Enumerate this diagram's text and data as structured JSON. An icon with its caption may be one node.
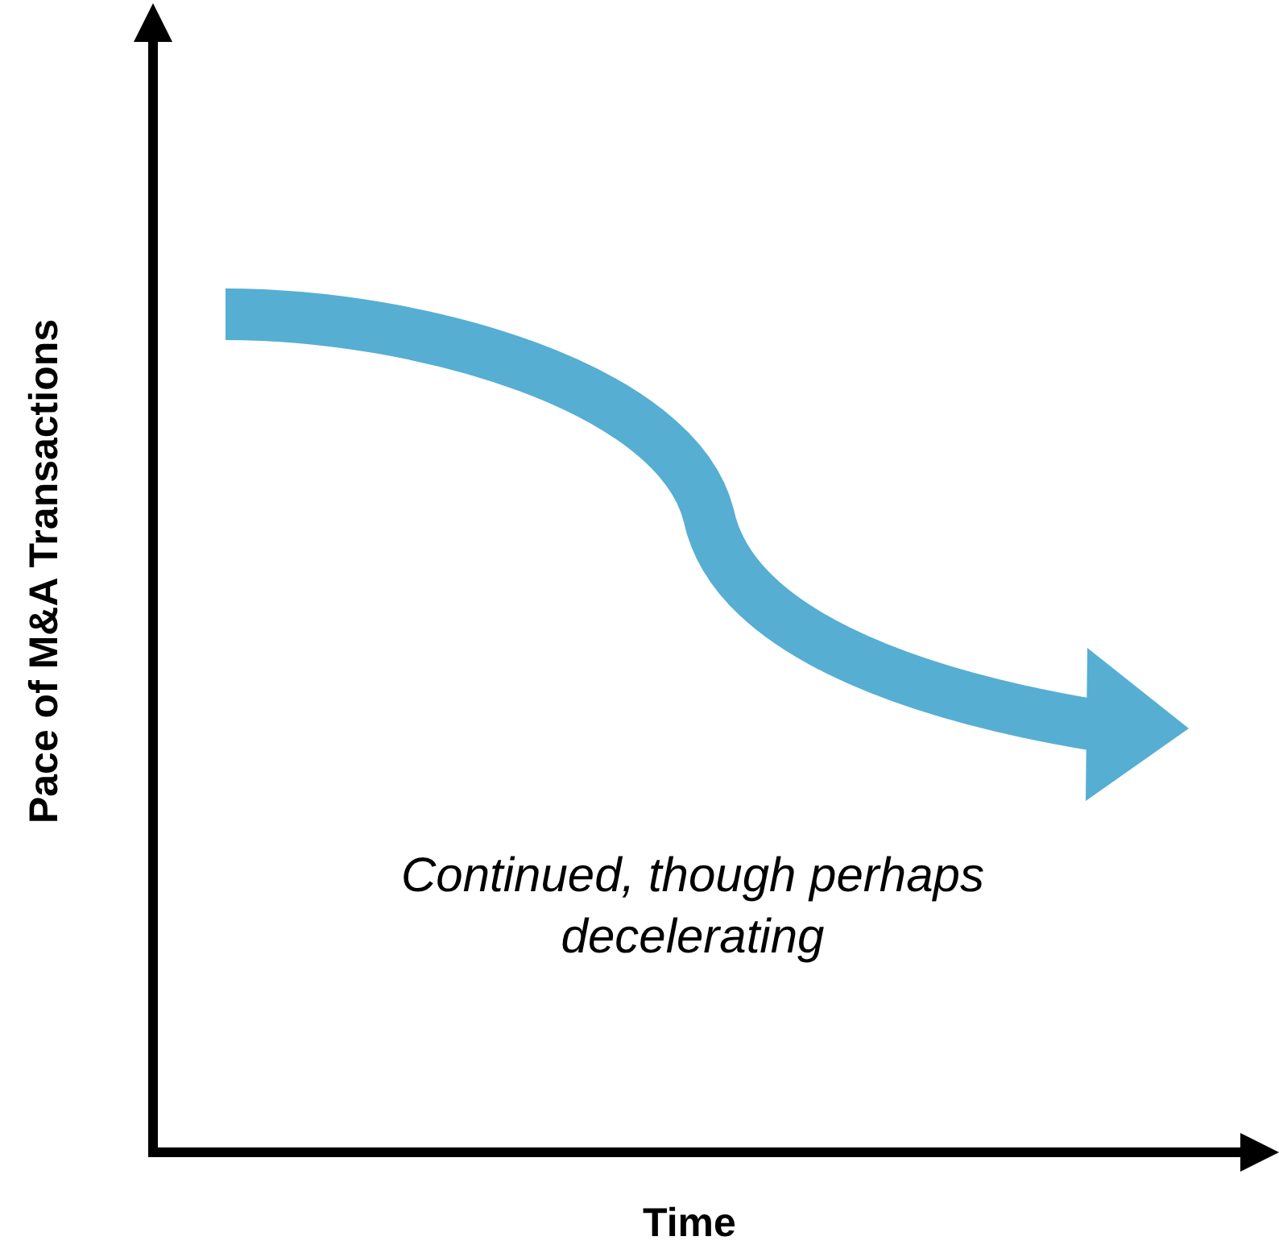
{
  "diagram": {
    "labels": [
      "Pace of M&A Transactions",
      "Time",
      "Continued, though perhaps decelerating"
    ]
  }
}
